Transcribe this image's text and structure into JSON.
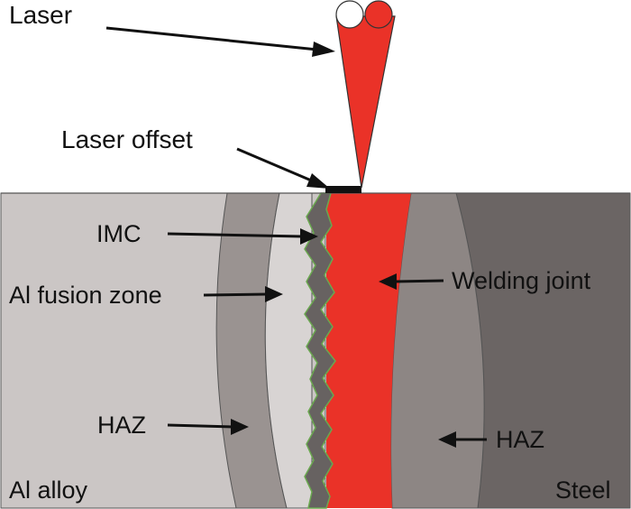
{
  "labels": {
    "laser": "Laser",
    "laser_offset": "Laser offset",
    "imc": "IMC",
    "al_fusion_zone": "Al fusion zone",
    "haz_left": "HAZ",
    "welding_joint": "Welding joint",
    "haz_right": "HAZ",
    "al_alloy": "Al alloy",
    "steel": "Steel"
  },
  "colors": {
    "al_alloy": "#cbc6c5",
    "al_haz": "#9a9391",
    "al_fusion_zone": "#d8d4d3",
    "imc": "#676261",
    "weld": "#ea3228",
    "steel_haz": "#8d8684",
    "steel": "#6b6564",
    "laser_beam": "#ea3228",
    "offset_bar": "#111111",
    "imc_edge": "#6aa84f"
  }
}
